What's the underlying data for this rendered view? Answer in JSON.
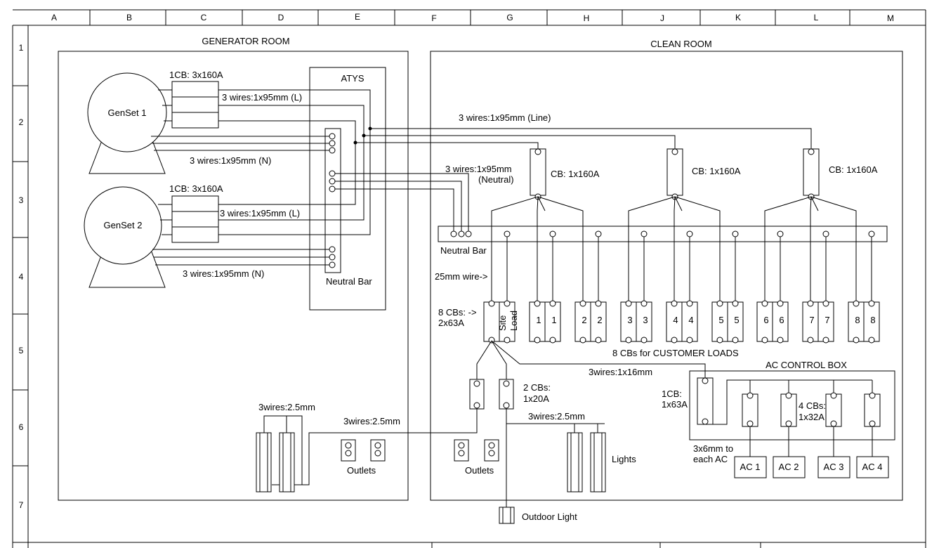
{
  "grid": {
    "cols": [
      "A",
      "B",
      "C",
      "D",
      "E",
      "F",
      "G",
      "H",
      "J",
      "K",
      "L",
      "M"
    ],
    "rows": [
      "1",
      "2",
      "3",
      "4",
      "5",
      "6",
      "7"
    ]
  },
  "rooms": {
    "generator": "GENERATOR ROOM",
    "clean": "CLEAN ROOM"
  },
  "gensets": [
    "GenSet 1",
    "GenSet 2"
  ],
  "labels": {
    "cb1_g1": "1CB: 3x160A",
    "cb1_g2": "1CB: 3x160A",
    "wires_l1": "3 wires:1x95mm (L)",
    "wires_n1": "3 wires:1x95mm (N)",
    "wires_l2": "3 wires:1x95mm (L)",
    "wires_n2": "3 wires:1x95mm (N)",
    "atys": "ATYS",
    "neutral_bar_gen": "Neutral Bar",
    "line_wires": "3 wires:1x95mm (Line)",
    "neutral_wires_1": "3 wires:1x95mm",
    "neutral_wires_2": "(Neutral)",
    "cb_a": "CB: 1x160A",
    "cb_b": "CB: 1x160A",
    "cb_c": "CB: 1x160A",
    "neutral_bar_clean": "Neutral Bar",
    "wire_25": "25mm wire->",
    "cbs8_1": "8 CBs: ->",
    "cbs8_2": "2x63A",
    "site": "Site",
    "load": "Load",
    "customer_loads": "8 CBs for CUSTOMER LOADS",
    "wire_16": "3wires:1x16mm",
    "ac_box": "AC CONTROL BOX",
    "cb63_1": "1CB:",
    "cb63_2": "1x63A",
    "cb20_1": "2 CBs:",
    "cb20_2": "1x20A",
    "cb32_1": "4 CBs:",
    "cb32_2": "1x32A",
    "wire_25a": "3wires:2.5mm",
    "wire_25b": "3wires:2.5mm",
    "wire_25c": "3wires:2.5mm",
    "outlets_1": "Outlets",
    "outlets_2": "Outlets",
    "lights": "Lights",
    "ac_wire_1": "3x6mm to",
    "ac_wire_2": "each AC",
    "outdoor": "Outdoor Light"
  },
  "customer_cbs": [
    "1",
    "1",
    "2",
    "2",
    "3",
    "3",
    "4",
    "4",
    "5",
    "5",
    "6",
    "6",
    "7",
    "7",
    "8",
    "8"
  ],
  "ac_units": [
    "AC 1",
    "AC 2",
    "AC 3",
    "AC 4"
  ]
}
